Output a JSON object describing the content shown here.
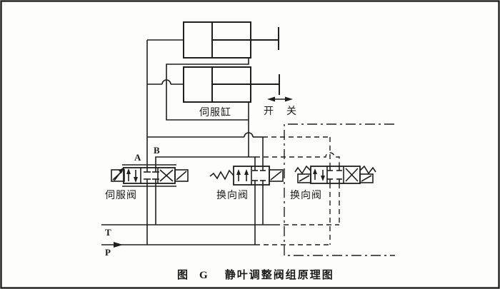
{
  "colors": {
    "background": "#fdfdfc",
    "line": "#1f1f1f",
    "text": "#1a1a1a"
  },
  "labels": {
    "port_a": "A",
    "port_b": "B",
    "tank_line": "T",
    "pressure_line": "P",
    "servo_cylinder": "伺服缸",
    "open": "开",
    "close": "关",
    "servo_valve": "伺服阀",
    "directional_valve_middle": "换向阀",
    "directional_valve_right": "换向阀"
  },
  "caption": {
    "figure_word": "图",
    "figure_code": "G",
    "title": "静叶调整阀组原理图"
  }
}
